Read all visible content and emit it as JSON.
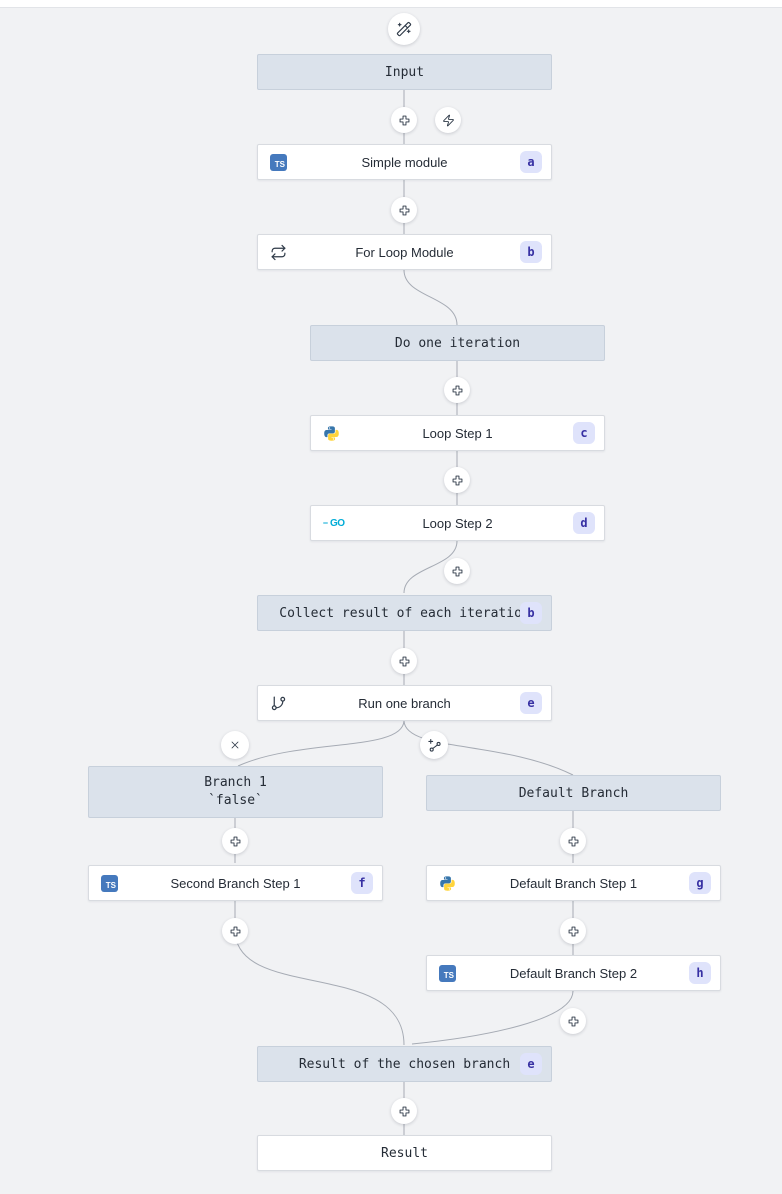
{
  "canvas": {
    "background": "#f1f2f4",
    "edge_color": "#a6abb4",
    "virtual_node_bg": "#dbe2eb",
    "virtual_node_border": "#c7d0db",
    "step_node_bg": "#ffffff",
    "badge_bg": "#dfe3fb",
    "badge_text": "#3730a3",
    "typescript_blue": "#4579bd",
    "python_blue": "#3776ab",
    "python_yellow": "#ffd43b",
    "go_cyan": "#00acd7"
  },
  "icons": {
    "ai_builder": "magic-wand-icon",
    "insert_step": "plus-icon",
    "trigger": "bolt-icon",
    "remove_branch": "x-icon",
    "add_branch": "branch-plus-icon",
    "forloop": "repeat-icon",
    "branch_one": "git-branch-icon",
    "typescript": "ts-icon",
    "python": "python-icon",
    "go": "go-icon"
  },
  "flow": {
    "ts_label": "TS",
    "go_label": "GO",
    "nodes": [
      {
        "id": "input",
        "type": "virtual",
        "label": "Input"
      },
      {
        "id": "a",
        "type": "step",
        "label": "Simple module",
        "badge": "a",
        "lang": "typescript"
      },
      {
        "id": "b",
        "type": "step",
        "label": "For Loop Module",
        "badge": "b",
        "kind": "forloop"
      },
      {
        "id": "iteration",
        "type": "virtual",
        "label": "Do one iteration"
      },
      {
        "id": "c",
        "type": "step",
        "label": "Loop Step 1",
        "badge": "c",
        "lang": "python"
      },
      {
        "id": "d",
        "type": "step",
        "label": "Loop Step 2",
        "badge": "d",
        "lang": "go"
      },
      {
        "id": "collect",
        "type": "virtual",
        "label": "Collect result of each iteration",
        "badge": "b"
      },
      {
        "id": "e",
        "type": "step",
        "label": "Run one branch",
        "badge": "e",
        "kind": "branchone"
      },
      {
        "id": "branch1",
        "type": "branch-header",
        "label": "Branch 1",
        "sublabel": "`false`"
      },
      {
        "id": "defaultbranch",
        "type": "branch-header",
        "label": "Default Branch"
      },
      {
        "id": "f",
        "type": "step",
        "label": "Second Branch Step 1",
        "badge": "f",
        "lang": "typescript"
      },
      {
        "id": "g",
        "type": "step",
        "label": "Default Branch Step 1",
        "badge": "g",
        "lang": "python"
      },
      {
        "id": "h",
        "type": "step",
        "label": "Default Branch Step 2",
        "badge": "h",
        "lang": "typescript"
      },
      {
        "id": "branchresult",
        "type": "virtual",
        "label": "Result of the chosen branch",
        "badge": "e"
      },
      {
        "id": "result",
        "type": "result",
        "label": "Result"
      }
    ]
  }
}
